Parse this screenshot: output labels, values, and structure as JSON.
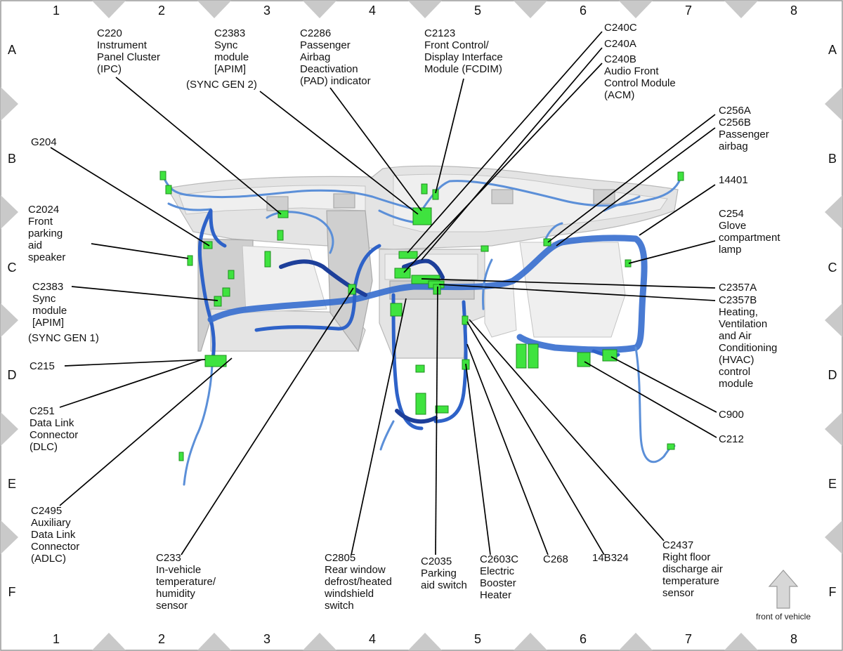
{
  "grid": {
    "columns": [
      "1",
      "2",
      "3",
      "4",
      "5",
      "6",
      "7",
      "8"
    ],
    "rows": [
      "A",
      "B",
      "C",
      "D",
      "E",
      "F"
    ]
  },
  "callouts": [
    {
      "id": "c220",
      "lines": [
        "C220",
        "Instrument",
        "Panel Cluster",
        "(IPC)"
      ]
    },
    {
      "id": "c2383-gen2",
      "lines": [
        "C2383",
        "Sync",
        "module",
        "[APIM]",
        "(SYNC GEN 2)"
      ]
    },
    {
      "id": "c2286",
      "lines": [
        "C2286",
        "Passenger",
        "Airbag",
        "Deactivation",
        "(PAD) indicator"
      ]
    },
    {
      "id": "c2123",
      "lines": [
        "C2123",
        "Front Control/",
        "Display Interface",
        "Module (FCDIM)"
      ]
    },
    {
      "id": "c240c",
      "lines": [
        "C240C"
      ]
    },
    {
      "id": "c240a",
      "lines": [
        "C240A"
      ]
    },
    {
      "id": "c240b",
      "lines": [
        "C240B",
        "Audio Front",
        "Control Module",
        "(ACM)"
      ]
    },
    {
      "id": "g204",
      "lines": [
        "G204"
      ]
    },
    {
      "id": "c256",
      "lines": [
        "C256A",
        "C256B",
        "Passenger",
        "airbag"
      ]
    },
    {
      "id": "14401",
      "lines": [
        "14401"
      ]
    },
    {
      "id": "c2024",
      "lines": [
        "C2024",
        "Front",
        "parking",
        "aid",
        "speaker"
      ]
    },
    {
      "id": "c254",
      "lines": [
        "C254",
        "Glove",
        "compartment",
        "lamp"
      ]
    },
    {
      "id": "c2383-gen1",
      "lines": [
        "C2383",
        "Sync",
        "module",
        "[APIM]",
        "(SYNC GEN 1)"
      ]
    },
    {
      "id": "c2357a",
      "lines": [
        "C2357A"
      ]
    },
    {
      "id": "c2357b",
      "lines": [
        "C2357B",
        "Heating,",
        "Ventilation",
        "and Air",
        "Conditioning",
        "(HVAC)",
        "control",
        "module"
      ]
    },
    {
      "id": "c215",
      "lines": [
        "C215"
      ]
    },
    {
      "id": "c251",
      "lines": [
        "C251",
        "Data Link",
        "Connector",
        "(DLC)"
      ]
    },
    {
      "id": "c900",
      "lines": [
        "C900"
      ]
    },
    {
      "id": "c212",
      "lines": [
        "C212"
      ]
    },
    {
      "id": "c2495",
      "lines": [
        "C2495",
        "Auxiliary",
        "Data Link",
        "Connector",
        "(ADLC)"
      ]
    },
    {
      "id": "c233",
      "lines": [
        "C233",
        "In-vehicle",
        "temperature/",
        "humidity",
        "sensor"
      ]
    },
    {
      "id": "c2805",
      "lines": [
        "C2805",
        "Rear window",
        "defrost/heated",
        "windshield",
        "switch"
      ]
    },
    {
      "id": "c2035",
      "lines": [
        "C2035",
        "Parking",
        "aid switch"
      ]
    },
    {
      "id": "c2603c",
      "lines": [
        "C2603C",
        "Electric",
        "Booster",
        "Heater"
      ]
    },
    {
      "id": "c268",
      "lines": [
        "C268"
      ]
    },
    {
      "id": "14b324",
      "lines": [
        "14B324"
      ]
    },
    {
      "id": "c2437",
      "lines": [
        "C2437",
        "Right floor",
        "discharge air",
        "temperature",
        "sensor"
      ]
    }
  ],
  "orientation": {
    "label": "front of vehicle",
    "icon": "up-arrow-icon"
  },
  "colors": {
    "harness": "#2e62c8",
    "harness_light": "#5b8fd8",
    "connector": "#3fe33f",
    "panel": "#e4e4e4",
    "border_marker": "#c9c9c9"
  }
}
